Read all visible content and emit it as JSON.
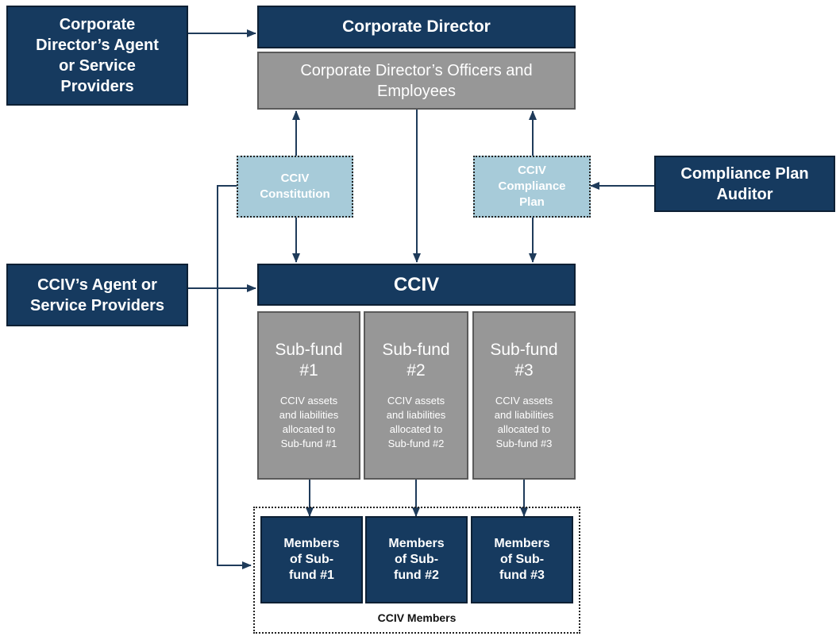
{
  "nodes": {
    "corporate_director": "Corporate Director",
    "cd_agent": [
      "Corporate",
      "Director’s Agent",
      "or Service",
      "Providers"
    ],
    "cd_officers": [
      "Corporate Director’s Officers and",
      "Employees"
    ],
    "cciv_constitution": [
      "CCIV",
      "Constitution"
    ],
    "cciv_compliance_plan": [
      "CCIV",
      "Compliance",
      "Plan"
    ],
    "compliance_plan_auditor": [
      "Compliance Plan",
      "Auditor"
    ],
    "cciv_agent": [
      "CCIV’s Agent or",
      "Service Providers"
    ],
    "cciv": "CCIV",
    "subfunds": [
      {
        "title": [
          "Sub-fund",
          "#1"
        ],
        "desc": [
          "CCIV assets",
          "and liabilities",
          "allocated to",
          "Sub-fund #1"
        ]
      },
      {
        "title": [
          "Sub-fund",
          "#2"
        ],
        "desc": [
          "CCIV assets",
          "and liabilities",
          "allocated to",
          "Sub-fund #2"
        ]
      },
      {
        "title": [
          "Sub-fund",
          "#3"
        ],
        "desc": [
          "CCIV assets",
          "and liabilities",
          "allocated to",
          "Sub-fund #3"
        ]
      }
    ],
    "members": [
      [
        "Members",
        "of Sub-",
        "fund #1"
      ],
      [
        "Members",
        "of Sub-",
        "fund #2"
      ],
      [
        "Members",
        "of Sub-",
        "fund #3"
      ]
    ],
    "members_group_label": "CCIV Members"
  },
  "colors": {
    "navy": "#163a5f",
    "grey": "#979797",
    "light_blue": "#a7cbd9",
    "arrow": "#1f3b5a"
  }
}
